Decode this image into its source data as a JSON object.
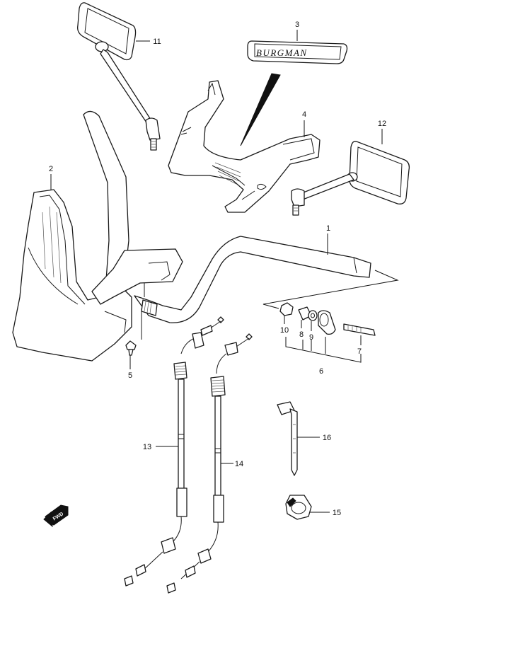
{
  "diagram": {
    "callouts": {
      "c1": "1",
      "c2": "2",
      "c3": "3",
      "c4": "4",
      "c5": "5",
      "c6": "6",
      "c7": "7",
      "c8": "8",
      "c9": "9",
      "c10": "10",
      "c11": "11",
      "c12": "12",
      "c13": "13",
      "c14": "14",
      "c15": "15",
      "c16": "16"
    },
    "badge_text": "BURGMAN",
    "fwd_label": "FWD",
    "icons": [
      "fwd-arrow-icon"
    ]
  }
}
